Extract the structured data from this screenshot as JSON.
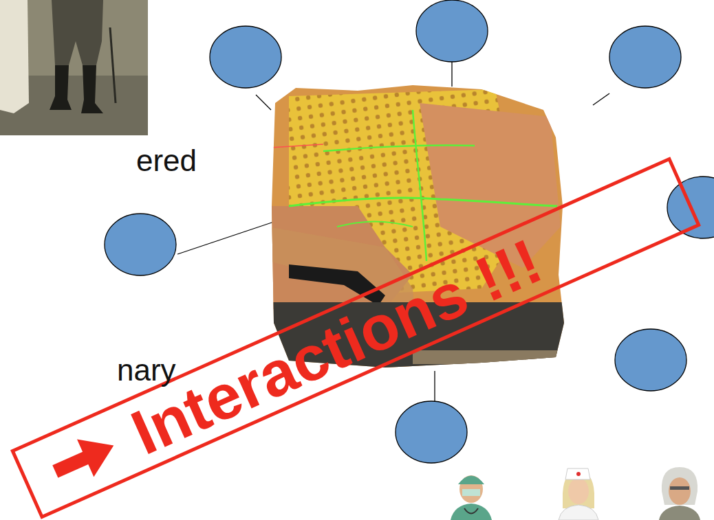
{
  "diagram": {
    "nodes": [
      {
        "text": [
          "Interactions !!!"
        ]
      }
    ],
    "labels": [
      "ered",
      "nary"
    ]
  }
}
